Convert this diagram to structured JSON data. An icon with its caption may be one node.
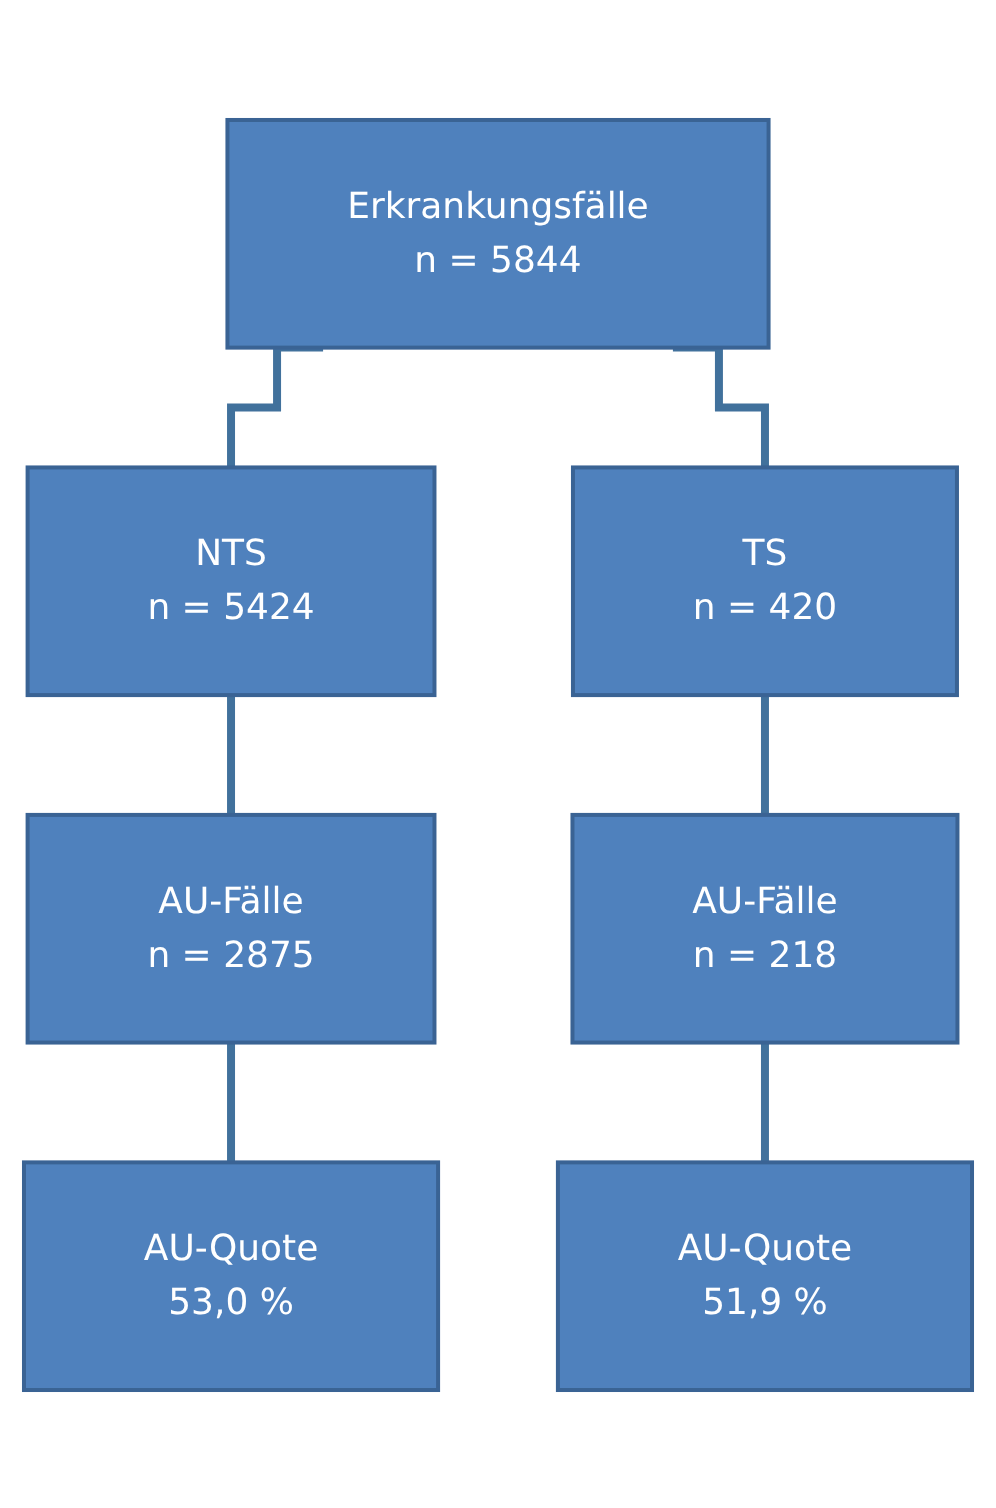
{
  "diagram": {
    "nodes": [
      {
        "text": [
          "Erkrankungsfälle",
          "n = 5844"
        ]
      },
      {
        "text": [
          "NTS",
          "n = 5424"
        ]
      },
      {
        "text": [
          "TS",
          "n = 420"
        ]
      },
      {
        "text": [
          "AU-Fälle",
          "n = 2875"
        ]
      },
      {
        "text": [
          "AU-Fälle",
          "n = 218"
        ]
      },
      {
        "text": [
          "AU-Quote",
          "53,0 %"
        ]
      },
      {
        "text": [
          "AU-Quote",
          "51,9 %"
        ]
      }
    ],
    "edges": [
      {
        "from": 0,
        "to": 1,
        "arrow": "none"
      },
      {
        "from": 0,
        "to": 2,
        "arrow": "none"
      },
      {
        "from": 1,
        "to": 3,
        "arrow": "none"
      },
      {
        "from": 2,
        "to": 4,
        "arrow": "none"
      },
      {
        "from": 3,
        "to": 5,
        "arrow": "none"
      },
      {
        "from": 4,
        "to": 6,
        "arrow": "none"
      }
    ]
  }
}
